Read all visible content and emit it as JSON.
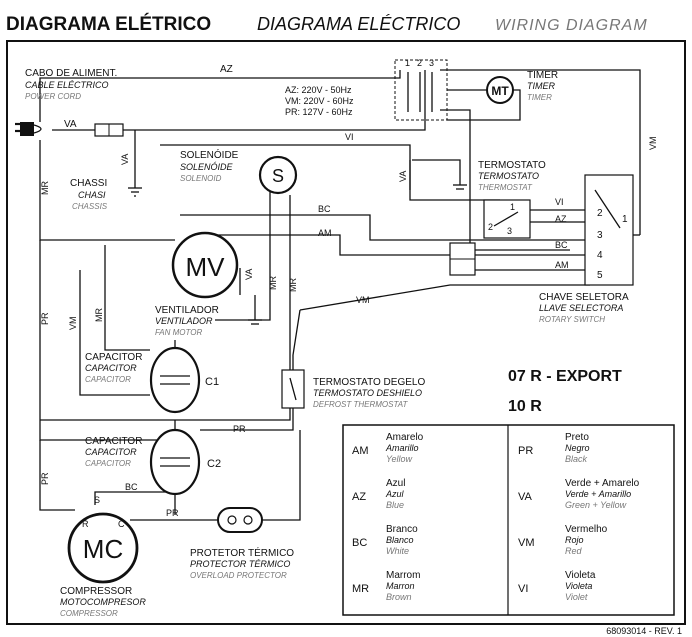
{
  "title": {
    "pt": "DIAGRAMA ELÉTRICO",
    "es": "DIAGRAMA ELÉCTRICO",
    "en": "WIRING DIAGRAM"
  },
  "components": {
    "power_cord": {
      "pt": "CABO DE ALIMENT.",
      "es": "CABLE ELÉCTRICO",
      "en": "POWER CORD"
    },
    "chassis": {
      "pt": "CHASSI",
      "es": "CHASI",
      "en": "CHASSIS"
    },
    "solenoid": {
      "pt": "SOLENÓIDE",
      "es": "SOLENÓIDE",
      "en": "SOLENOID",
      "symbol": "S"
    },
    "timer": {
      "pt": "TIMER",
      "es": "TIMER",
      "en": "TIMER",
      "symbol": "MT"
    },
    "thermostat": {
      "pt": "TERMOSTATO",
      "es": "TERMOSTATO",
      "en": "THERMOSTAT"
    },
    "fan_motor": {
      "pt": "VENTILADOR",
      "es": "VENTILADOR",
      "en": "FAN MOTOR",
      "symbol": "MV"
    },
    "selector": {
      "pt": "CHAVE SELETORA",
      "es": "LLAVE SELECTORA",
      "en": "ROTARY SWITCH"
    },
    "capacitor1": {
      "pt": "CAPACITOR",
      "es": "CAPACITOR",
      "en": "CAPACITOR",
      "symbol": "C1"
    },
    "capacitor2": {
      "pt": "CAPACITOR",
      "es": "CAPACITOR",
      "en": "CAPACITOR",
      "symbol": "C2"
    },
    "defrost": {
      "pt": "TERMOSTATO DEGELO",
      "es": "TERMOSTATO DESHIELO",
      "en": "DEFROST THERMOSTAT"
    },
    "compressor": {
      "pt": "COMPRESSOR",
      "es": "MOTOCOMPRESOR",
      "en": "COMPRESSOR",
      "symbol": "MC",
      "pins": [
        "R",
        "C",
        "S"
      ]
    },
    "overload": {
      "pt": "PROTETOR TÉRMICO",
      "es": "PROTECTOR TÉRMICO",
      "en": "OVERLOAD PROTECTOR"
    }
  },
  "voltage_notes": [
    "AZ: 220V - 50Hz",
    "VM: 220V - 60Hz",
    "PR: 127V - 60Hz"
  ],
  "timer_terminals": [
    "1",
    "2",
    "3"
  ],
  "thermostat_terminals": [
    "1",
    "2",
    "3"
  ],
  "selector_terminals": [
    "1",
    "2",
    "3",
    "4",
    "5"
  ],
  "wire_labels": {
    "az": "AZ",
    "va": "VA",
    "vm": "VM",
    "mr": "MR",
    "vi": "VI",
    "bc": "BC",
    "am": "AM",
    "pr": "PR"
  },
  "models": [
    "07 R - EXPORT",
    "10 R"
  ],
  "legend": [
    {
      "code": "AM",
      "pt": "Amarelo",
      "es": "Amarillo",
      "en": "Yellow"
    },
    {
      "code": "AZ",
      "pt": "Azul",
      "es": "Azul",
      "en": "Blue"
    },
    {
      "code": "BC",
      "pt": "Branco",
      "es": "Blanco",
      "en": "White"
    },
    {
      "code": "MR",
      "pt": "Marrom",
      "es": "Marron",
      "en": "Brown"
    },
    {
      "code": "PR",
      "pt": "Preto",
      "es": "Negro",
      "en": "Black"
    },
    {
      "code": "VA",
      "pt": "Verde + Amarelo",
      "es": "Verde + Amarillo",
      "en": "Green + Yellow"
    },
    {
      "code": "VM",
      "pt": "Vermelho",
      "es": "Rojo",
      "en": "Red"
    },
    {
      "code": "VI",
      "pt": "Violeta",
      "es": "Violeta",
      "en": "Violet"
    }
  ],
  "part_number": "68093014 - REV. 1"
}
